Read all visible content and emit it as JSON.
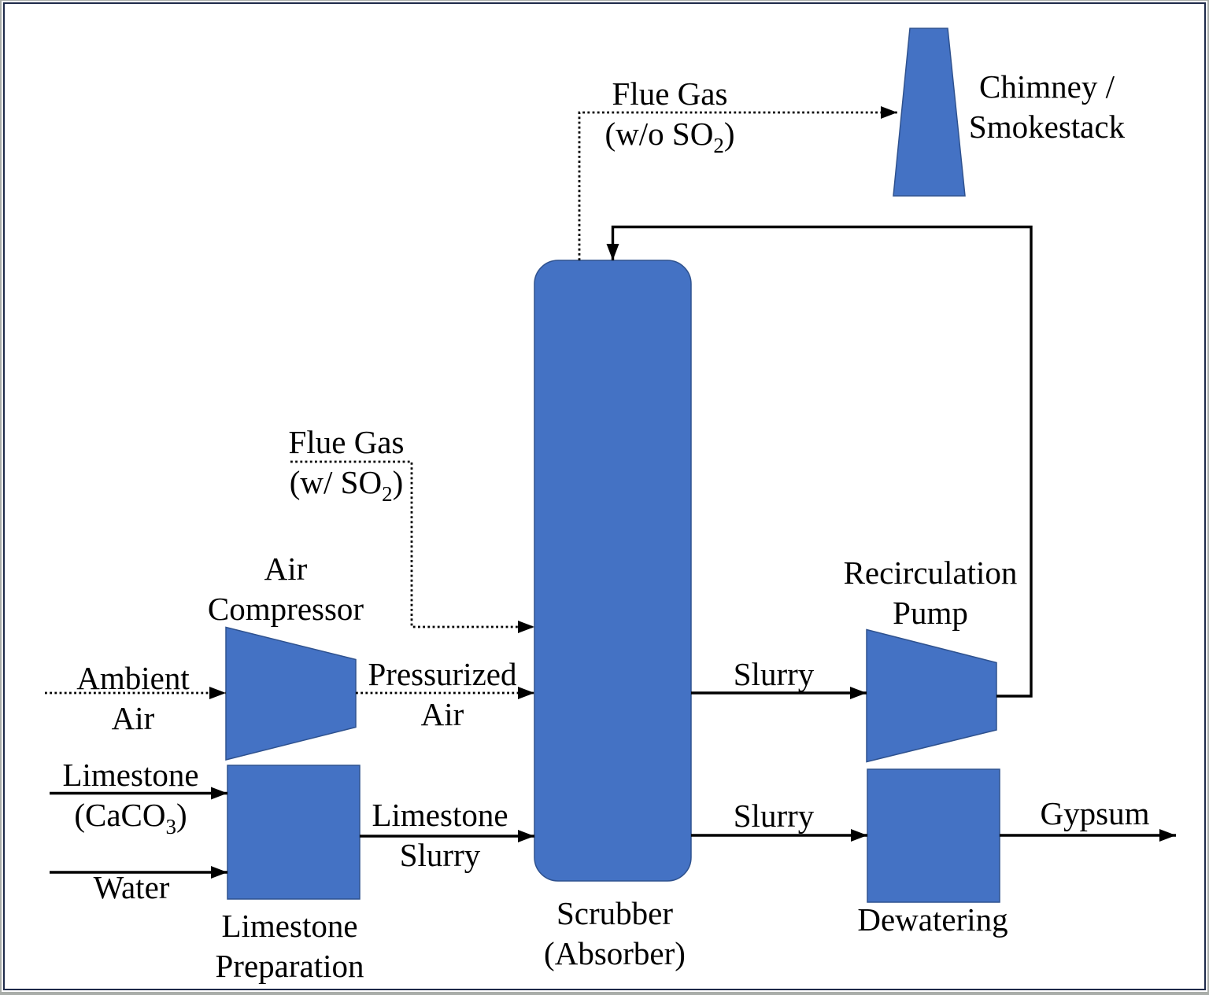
{
  "page": {
    "background_color": "#ffffff",
    "frame_border_color": "#1e2a4a",
    "outer_margin_color": "#a9ada9"
  },
  "diagram": {
    "type": "process-flow-diagram",
    "subject": "Limestone flue gas desulfurization process",
    "style": {
      "shape_fill": "#4472c4",
      "shape_stroke": "#2f528f",
      "line_color": "#000000",
      "text_color": "#000000"
    },
    "nodes": {
      "chimney": {
        "shape": "trapezoid",
        "line1": "Chimney /",
        "line2": "Smokestack"
      },
      "scrubber": {
        "shape": "rounded-rectangle",
        "line1": "Scrubber",
        "line2": "(Absorber)"
      },
      "air_compressor": {
        "shape": "trapezoid",
        "line1": "Air",
        "line2": "Compressor"
      },
      "limestone_preparation": {
        "shape": "rectangle",
        "line1": "Limestone",
        "line2": "Preparation"
      },
      "recirculation_pump": {
        "shape": "trapezoid",
        "line1": "Recirculation",
        "line2": "Pump"
      },
      "dewatering": {
        "shape": "rectangle",
        "line1": "Dewatering"
      }
    },
    "flows": {
      "flue_gas_out": {
        "style": "dotted",
        "line1": "Flue Gas",
        "line2_pre": "(w/o SO",
        "line2_sub": "2",
        "line2_post": ")",
        "from": "scrubber",
        "to": "chimney"
      },
      "flue_gas_in": {
        "style": "dotted",
        "line1": "Flue Gas",
        "line2_pre": "(w/ SO",
        "line2_sub": "2",
        "line2_post": ")",
        "to": "scrubber"
      },
      "ambient_air": {
        "style": "dotted",
        "line1": "Ambient",
        "line2": "Air",
        "to": "air_compressor"
      },
      "pressurized_air": {
        "style": "dotted",
        "line1": "Pressurized",
        "line2": "Air",
        "from": "air_compressor",
        "to": "scrubber"
      },
      "limestone_feed": {
        "style": "solid",
        "line1": "Limestone",
        "line2_pre": "(CaCO",
        "line2_sub": "3",
        "line2_post": ")",
        "to": "limestone_preparation"
      },
      "water_feed": {
        "style": "solid",
        "line1": "Water",
        "to": "limestone_preparation"
      },
      "limestone_slurry": {
        "style": "solid",
        "line1": "Limestone",
        "line2": "Slurry",
        "from": "limestone_preparation",
        "to": "scrubber"
      },
      "slurry_to_pump": {
        "style": "solid",
        "line1": "Slurry",
        "from": "scrubber",
        "to": "recirculation_pump"
      },
      "slurry_to_dewatering": {
        "style": "solid",
        "line1": "Slurry",
        "from": "scrubber",
        "to": "dewatering"
      },
      "recirculation_return": {
        "style": "solid",
        "from": "recirculation_pump",
        "to": "scrubber"
      },
      "gypsum_out": {
        "style": "solid",
        "line1": "Gypsum",
        "from": "dewatering"
      }
    }
  }
}
